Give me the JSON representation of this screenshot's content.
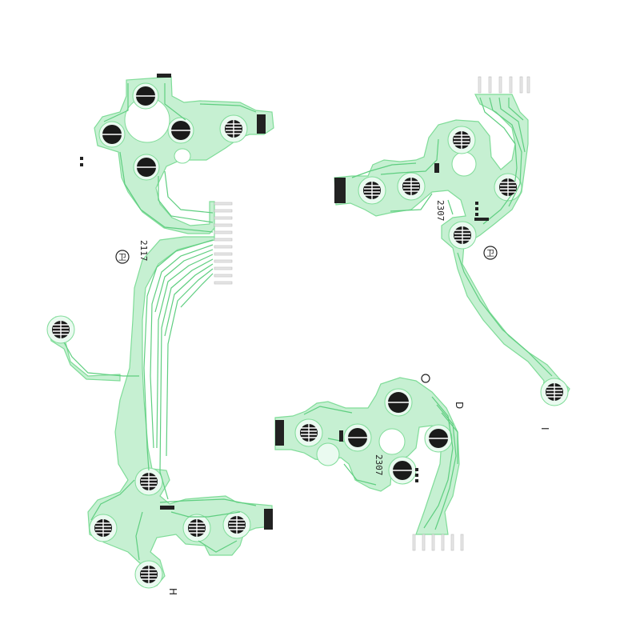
{
  "image": {
    "subject": "flexible ribbon circuit films (controller membranes)",
    "background_color": "#ffffff",
    "film_color": "#c6f0d2",
    "trace_color": "#5fce80",
    "pad_color": "#1b1b1b"
  },
  "markings": {
    "left_code": "2117",
    "top_right_code": "2307",
    "bottom_code": "2307",
    "left_letter": "H",
    "top_right_letter": "I",
    "bottom_letter": "D"
  },
  "icons": {
    "logo": "circled-symbol-logo-icon"
  }
}
